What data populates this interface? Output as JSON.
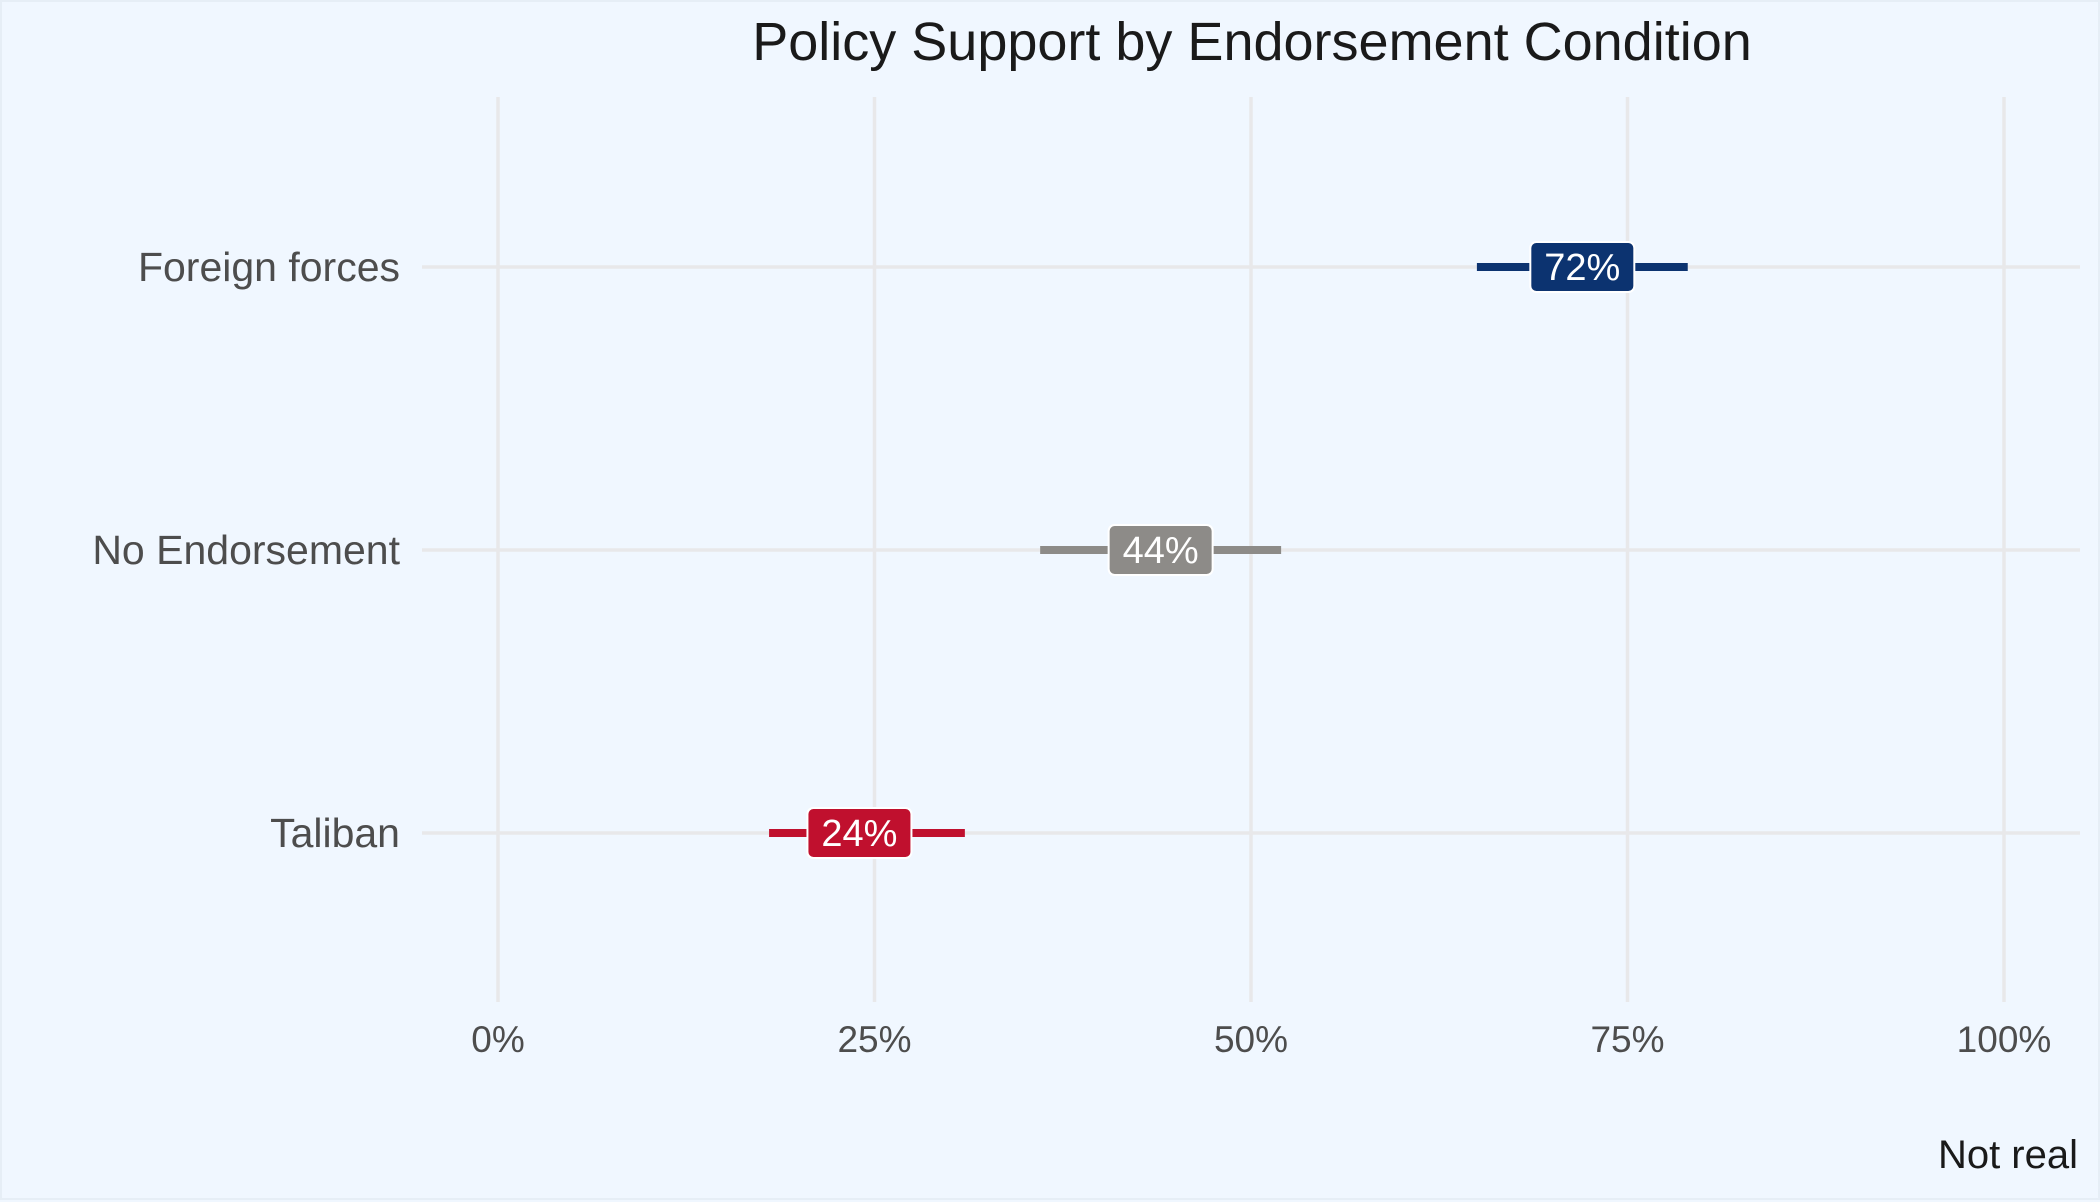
{
  "chart_data": {
    "type": "interval",
    "title": "Policy Support by Endorsement Condition",
    "xlabel": "",
    "ylabel": "",
    "caption": "Not real",
    "xlim": [
      -0.05,
      1.05
    ],
    "x_ticks": [
      0,
      0.25,
      0.5,
      0.75,
      1.0
    ],
    "x_tick_labels": [
      "0%",
      "25%",
      "50%",
      "75%",
      "100%"
    ],
    "categories": [
      "Foreign forces",
      "No Endorsement",
      "Taliban"
    ],
    "values": [
      0.72,
      0.44,
      0.24
    ],
    "lower": [
      0.65,
      0.36,
      0.18
    ],
    "upper": [
      0.79,
      0.52,
      0.31
    ],
    "labels": [
      "72%",
      "44%",
      "24%"
    ],
    "colors": [
      "#0c3370",
      "#8d8b88",
      "#c0102e"
    ],
    "grid": true,
    "legend": "none"
  }
}
